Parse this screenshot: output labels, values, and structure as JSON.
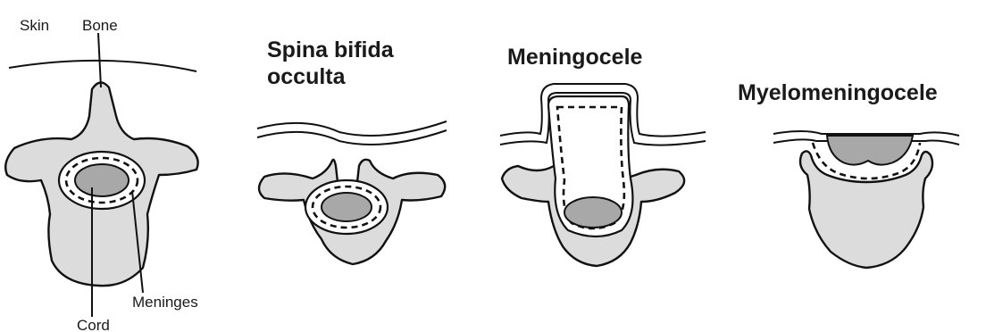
{
  "labels": {
    "skin": "Skin",
    "bone": "Bone",
    "meninges": "Meninges",
    "cord": "Cord"
  },
  "titles": {
    "spina_bifida_line1": "Spina bifida",
    "spina_bifida_line2": "occulta",
    "meningocele": "Meningocele",
    "myelomeningocele": "Myelomeningocele"
  }
}
